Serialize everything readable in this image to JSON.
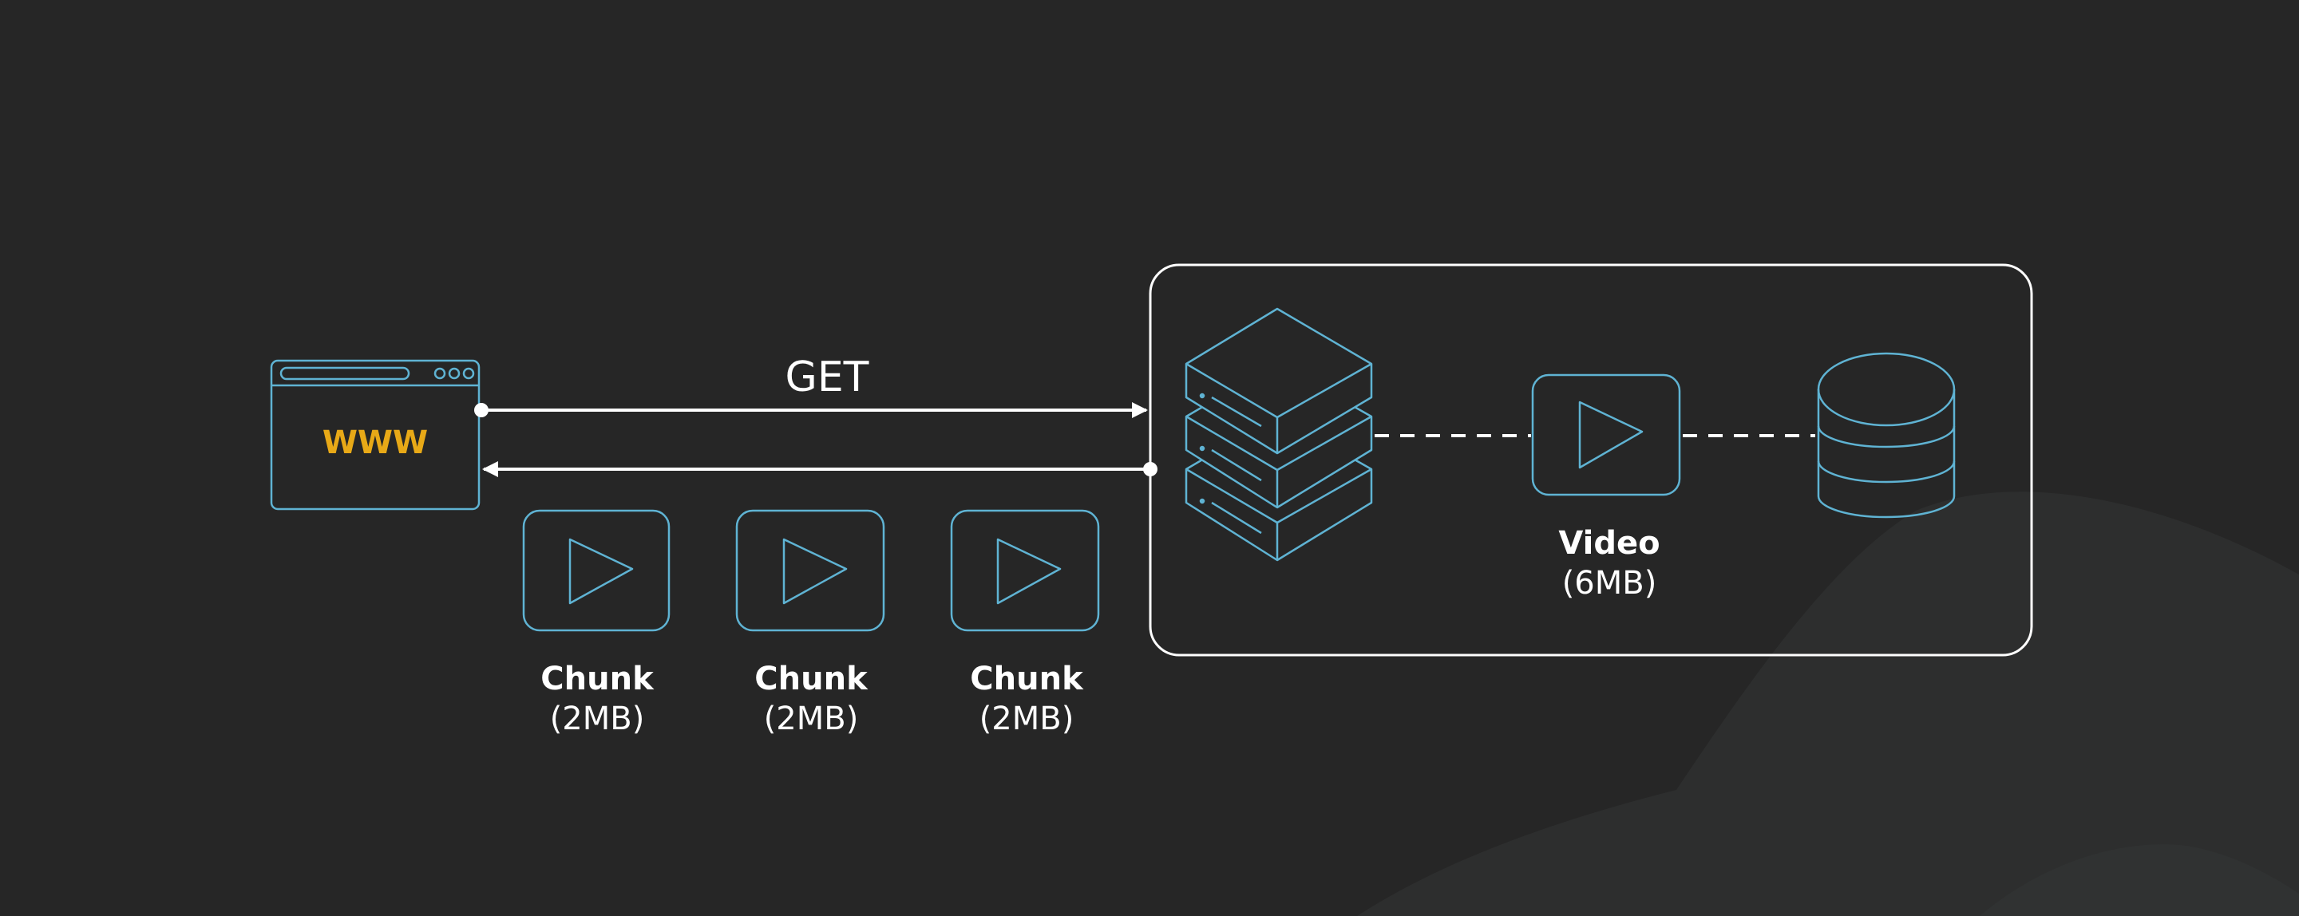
{
  "colors": {
    "background": "#262626",
    "icon_stroke": "#5fb3d3",
    "line": "#ffffff",
    "www_text": "#e8a917",
    "blob": "#2d2e2e"
  },
  "browser": {
    "label": "WWW",
    "icon": "browser-window-icon"
  },
  "request": {
    "label": "GET"
  },
  "chunks": [
    {
      "title": "Chunk",
      "size": "(2MB)",
      "icon": "play-icon"
    },
    {
      "title": "Chunk",
      "size": "(2MB)",
      "icon": "play-icon"
    },
    {
      "title": "Chunk",
      "size": "(2MB)",
      "icon": "play-icon"
    }
  ],
  "server_group": {
    "server_icon": "server-stack-icon",
    "video": {
      "title": "Video",
      "size": "(6MB)",
      "icon": "play-icon"
    },
    "database_icon": "database-icon"
  }
}
